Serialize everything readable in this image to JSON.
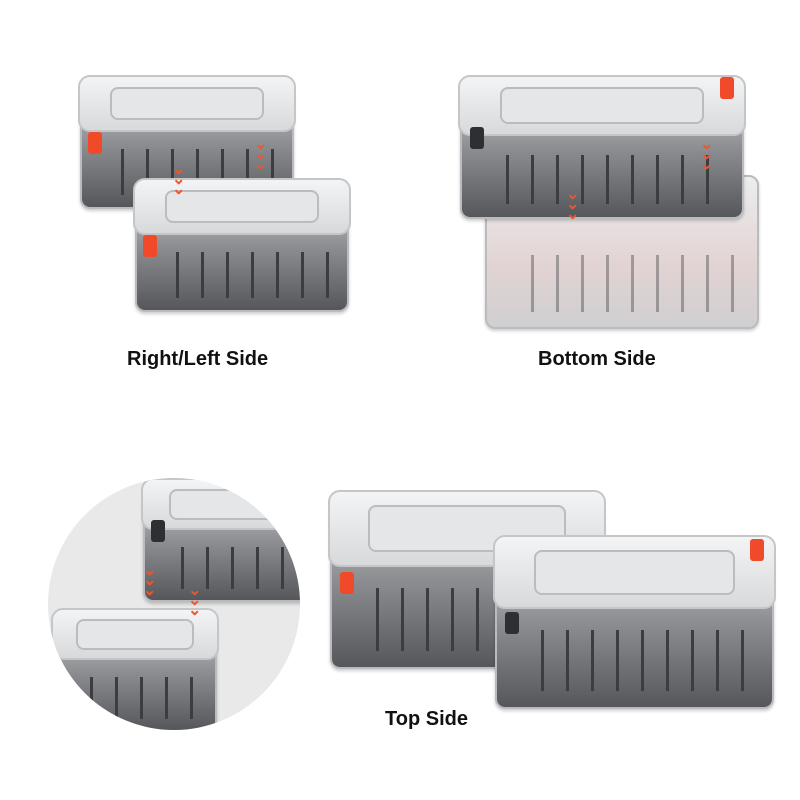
{
  "panels": [
    {
      "label": "Right/Left Side"
    },
    {
      "label": "Bottom Side"
    },
    {
      "label": "Top Side"
    }
  ],
  "colors": {
    "latch_accent": "#f04a2a",
    "latch_dark": "#2d2f32"
  }
}
